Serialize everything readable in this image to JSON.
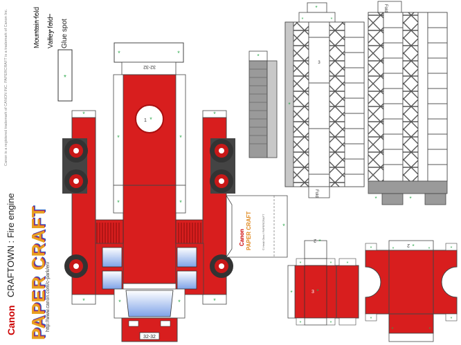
{
  "brand": {
    "canon": "Canon",
    "title": "CRAFTOWN : Fire engine",
    "logo": "PAPER CRAFT",
    "url": "http://www.canon.com/c-park/en/",
    "trademark": "Canon is a registered trademark of CANON INC. PAPERCRAFT is a trademark of Canon Inc."
  },
  "legend": {
    "mountain": "Mountain fold",
    "valley": "Valley fold",
    "glue": "Glue spot"
  },
  "plates": {
    "front": "32-32",
    "rear": "32-32"
  },
  "numbers": {
    "n1": "1",
    "n2": "2",
    "n3": "3"
  },
  "labels": {
    "glue_mark": "*",
    "fold": "Fold",
    "sticker_logo_canon": "Canon",
    "sticker_logo_pc": "PAPER CRAFT",
    "sticker_copy": "© Heidi Okai / PAPERCRAFT"
  },
  "colors": {
    "red": "#d81e1e",
    "dark_red": "#a81010",
    "grey": "#9a9a9a",
    "dark_grey": "#555555",
    "glue_green": "#2aa84a",
    "window_blue": "#a8c4f0"
  }
}
